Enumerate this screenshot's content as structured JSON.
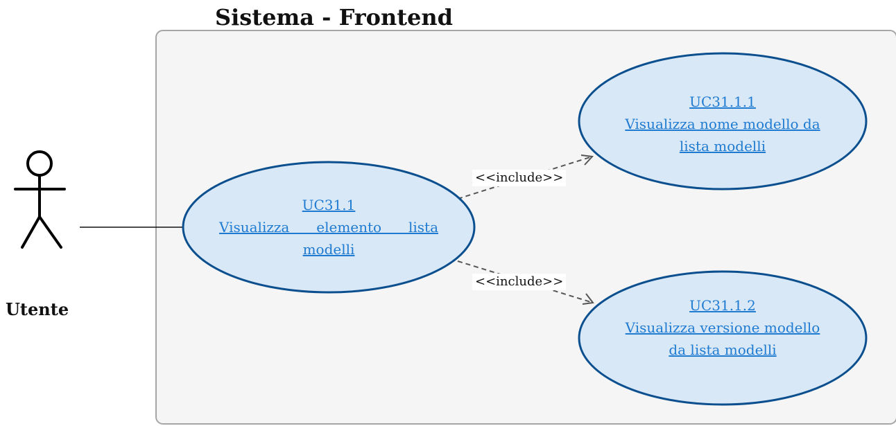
{
  "system": {
    "title": "Sistema - Frontend"
  },
  "actor": {
    "name": "Utente",
    "icon": "stick-figure-icon"
  },
  "use_cases": {
    "main": {
      "id": "UC31.1",
      "description": "Visualizza elemento lista modelli"
    },
    "sub1": {
      "id": "UC31.1.1",
      "description_line1": "Visualizza nome modello da",
      "description_line2": "lista modelli"
    },
    "sub2": {
      "id": "UC31.1.2",
      "description_line1": "Visualizza versione modello",
      "description_line2": "da lista modelli"
    }
  },
  "relations": {
    "include_top": "<<include>>",
    "include_bottom": "<<include>>"
  },
  "colors": {
    "ellipse_fill": "#d9e8f7",
    "ellipse_stroke": "#0b4f8f",
    "link_text": "#1f7bd1",
    "boundary_fill": "#f5f5f5",
    "boundary_stroke": "#a6a6a6",
    "dashed_arrow": "#555555"
  }
}
